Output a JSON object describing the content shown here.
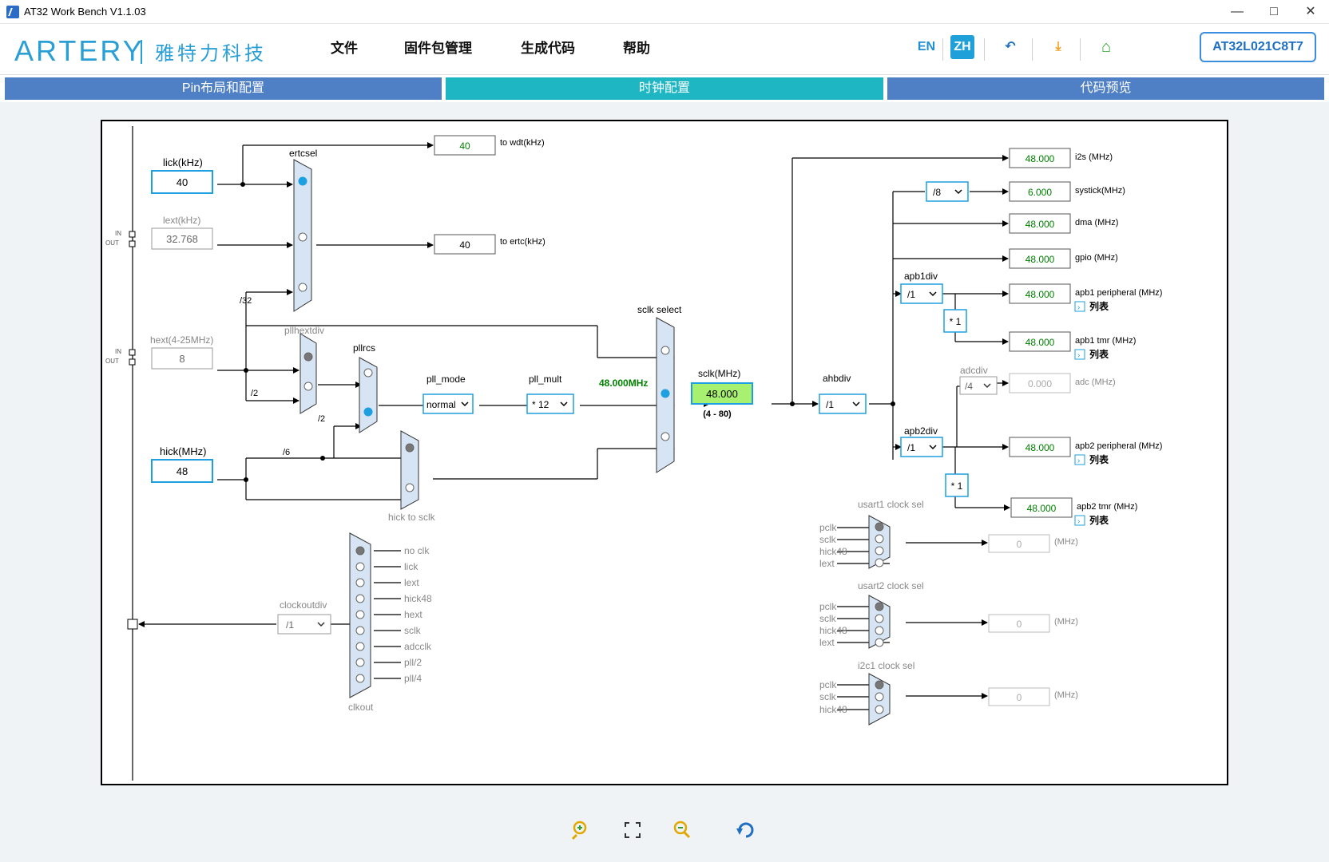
{
  "window": {
    "title": "AT32 Work Bench V1.1.03"
  },
  "header": {
    "logo_text": "ARTERY",
    "logo_cn": "雅特力科技",
    "menu": [
      "文件",
      "固件包管理",
      "生成代码",
      "帮助"
    ],
    "lang_en": "EN",
    "lang_zh": "ZH",
    "device": "AT32L021C8T7"
  },
  "tabs": [
    "Pin布局和配置",
    "时钟配置",
    "代码预览"
  ],
  "colors": {
    "accent": "#1e90ff",
    "tab_inactive": "#4f7fc4",
    "tab_active": "#1fb6c4",
    "value_green": "#008000",
    "mux_fill": "#d6e4f3"
  },
  "clock": {
    "lick_label": "lick(kHz)",
    "lick_value": "40",
    "lext_label": "lext(kHz)",
    "lext_value": "32.768",
    "hext_label": "hext(4-25MHz)",
    "hext_value": "8",
    "hick_label": "hick(MHz)",
    "hick_value": "48",
    "in": "IN",
    "out": "OUT",
    "ertcsel": "ertcsel",
    "wdt_value": "40",
    "wdt_label": "to wdt(kHz)",
    "ertc_value": "40",
    "ertc_label": "to ertc(kHz)",
    "div32": "/32",
    "div2a": "/2",
    "div2b": "/2",
    "div6": "/6",
    "pllhextdiv": "pllhextdiv",
    "pllrcs": "pllrcs",
    "pll_mode_label": "pll_mode",
    "pll_mode_value": "normal",
    "pll_mult_label": "pll_mult",
    "pll_mult_value": "* 12",
    "pll_out": "48.000MHz",
    "hick_to_sclk": "hick to sclk",
    "sclk_select": "sclk select",
    "sclk_label": "sclk(MHz)",
    "sclk_value": "48.000",
    "sclk_range": "(4 - 80)",
    "ahbdiv_label": "ahbdiv",
    "ahbdiv_value": "/1",
    "systick_div": "/8",
    "apb1div_label": "apb1div",
    "apb1div_value": "/1",
    "apb2div_label": "apb2div",
    "apb2div_value": "/1",
    "adcdiv_label": "adcdiv",
    "adcdiv_value": "/4",
    "mul1a": "* 1",
    "mul1b": "* 1",
    "list_text": "列表",
    "outputs": [
      {
        "value": "48.000",
        "label": "i2s (MHz)"
      },
      {
        "value": "6.000",
        "label": "systick(MHz)"
      },
      {
        "value": "48.000",
        "label": "dma (MHz)"
      },
      {
        "value": "48.000",
        "label": "gpio (MHz)"
      },
      {
        "value": "48.000",
        "label": "apb1 peripheral (MHz)"
      },
      {
        "value": "48.000",
        "label": "apb1 tmr (MHz)"
      },
      {
        "value": "0.000",
        "label": "adc (MHz)"
      },
      {
        "value": "48.000",
        "label": "apb2 peripheral (MHz)"
      },
      {
        "value": "48.000",
        "label": "apb2 tmr (MHz)"
      }
    ],
    "usart1_label": "usart1 clock sel",
    "usart2_label": "usart2 clock sel",
    "i2c1_label": "i2c1 clock sel",
    "usart_inputs": [
      "pclk",
      "sclk",
      "hick48",
      "lext"
    ],
    "i2c_inputs": [
      "pclk",
      "sclk",
      "hick48"
    ],
    "sel_out_value": "0",
    "mhz": "(MHz)",
    "clkout_label": "clkout",
    "clkout_inputs": [
      "no clk",
      "lick",
      "lext",
      "hick48",
      "hext",
      "sclk",
      "adcclk",
      "pll/2",
      "pll/4"
    ],
    "clockoutdiv_label": "clockoutdiv",
    "clockoutdiv_value": "/1"
  }
}
